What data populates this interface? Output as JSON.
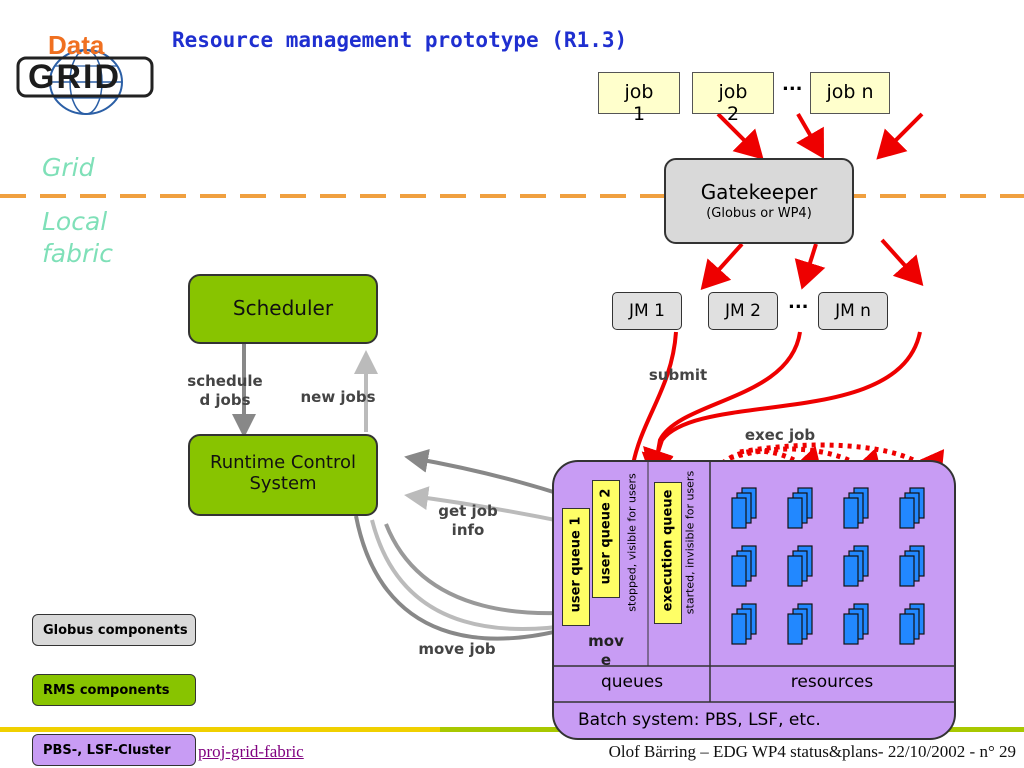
{
  "title": "Resource management prototype (R1.3)",
  "logo": {
    "word_top": "Data",
    "word_bottom": "GRID"
  },
  "zones": {
    "grid": "Grid",
    "local_line1": "Local",
    "local_line2": "fabric"
  },
  "jobs": [
    {
      "line1": "job",
      "line2": "1"
    },
    {
      "line1": "job",
      "line2": "2"
    },
    {
      "line1": "job n",
      "line2": ""
    }
  ],
  "ellipsis": "...",
  "gatekeeper": {
    "title": "Gatekeeper",
    "subtitle": "(Globus or WP4)"
  },
  "job_managers": [
    "JM 1",
    "JM 2",
    "JM n"
  ],
  "scheduler": "Scheduler",
  "runtime": {
    "line1": "Runtime Control",
    "line2": "System"
  },
  "labels": {
    "scheduled_jobs_1": "schedule",
    "scheduled_jobs_2": "d jobs",
    "new_jobs": "new jobs",
    "submit": "submit",
    "exec_job": "exec job",
    "get_job_info_1": "get job",
    "get_job_info_2": "info",
    "move_job": "move job",
    "move_1": "mov",
    "move_2": "e"
  },
  "batch": {
    "user_queue_1": "user queue 1",
    "user_queue_2": "user queue 2",
    "stopped_note": "stopped, visible for users",
    "execution_queue": "execution queue",
    "started_note": "started, invisible for users",
    "queues": "queues",
    "resources": "resources",
    "system": "Batch system: PBS, LSF, etc."
  },
  "legend": [
    "Globus components",
    "RMS components",
    "PBS-, LSF-Cluster"
  ],
  "footer": {
    "link": "proj-grid-fabric",
    "credit": "Olof Bärring – EDG WP4 status&plans- 22/10/2002 - n° 29"
  },
  "colors": {
    "title": "#1f2fd0",
    "arrow_red": "#ee0000",
    "rms_green": "#88c400",
    "batch_purple": "#c89cf4",
    "globus_gray": "#d9d9d9",
    "job_yellow": "#ffffcc",
    "queue_yellow": "#ffff66",
    "dash_orange": "#f0a040",
    "footer_bar_yellow": "#f0d000",
    "resource_blue": "#2288ff"
  }
}
